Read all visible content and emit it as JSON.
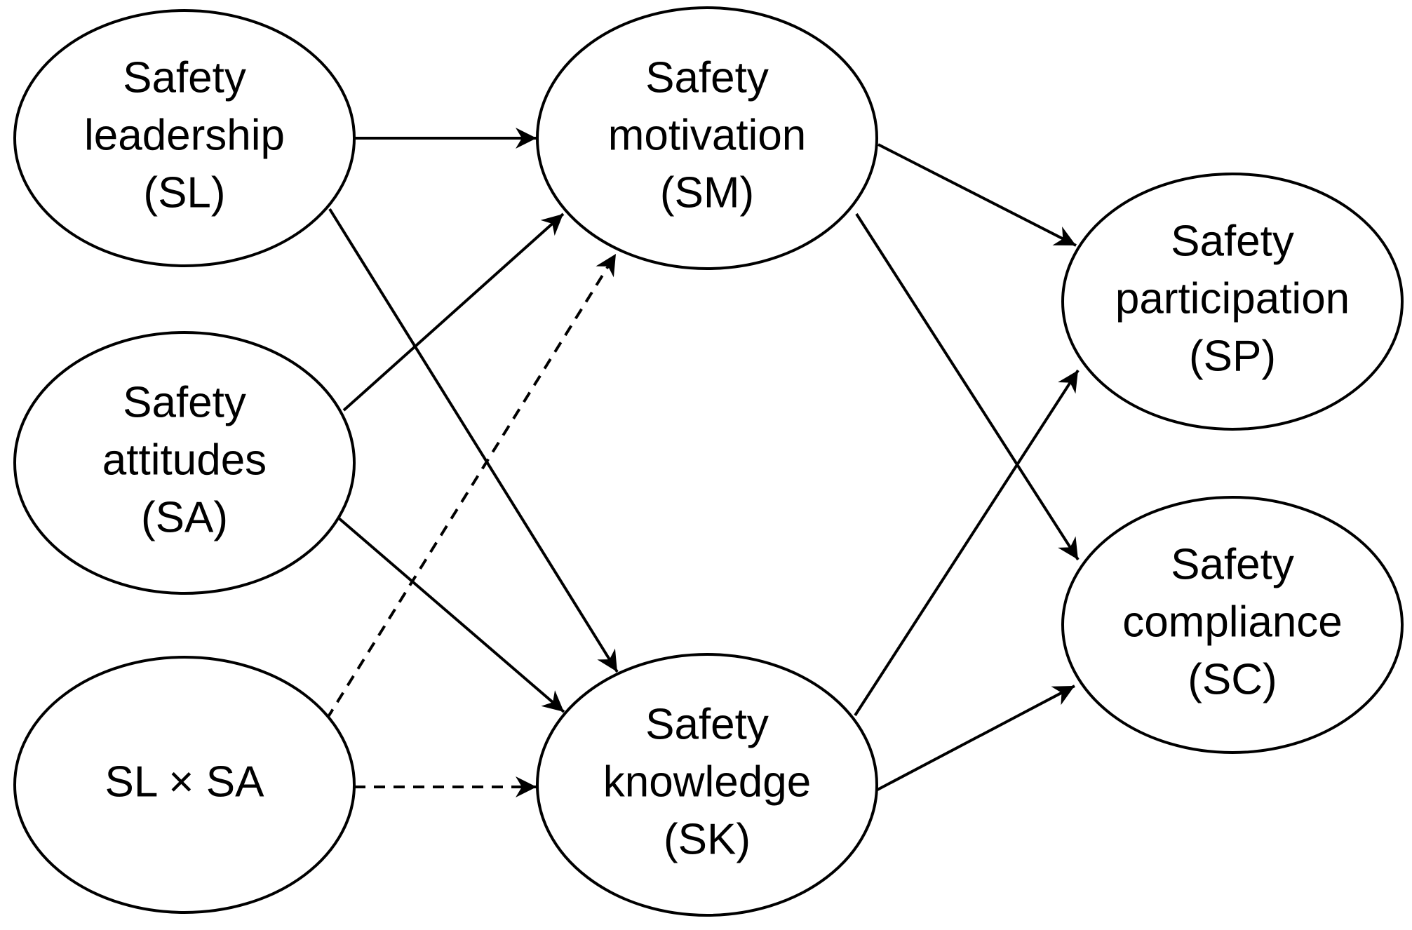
{
  "nodes": {
    "sl": {
      "lines": [
        "Safety",
        "leadership",
        "(SL)"
      ]
    },
    "sa": {
      "lines": [
        "Safety",
        "attitudes",
        "(SA)"
      ]
    },
    "slxsa": {
      "lines": [
        "SL × SA"
      ]
    },
    "sm": {
      "lines": [
        "Safety",
        "motivation",
        "(SM)"
      ]
    },
    "sk": {
      "lines": [
        "Safety",
        "knowledge",
        "(SK)"
      ]
    },
    "sp": {
      "lines": [
        "Safety",
        "participation",
        "(SP)"
      ]
    },
    "sc": {
      "lines": [
        "Safety",
        "compliance",
        "(SC)"
      ]
    }
  },
  "edges": [
    {
      "from": "sl",
      "to": "sm",
      "style": "solid"
    },
    {
      "from": "sl",
      "to": "sk",
      "style": "solid"
    },
    {
      "from": "sa",
      "to": "sm",
      "style": "solid"
    },
    {
      "from": "sa",
      "to": "sk",
      "style": "solid"
    },
    {
      "from": "slxsa",
      "to": "sm",
      "style": "dashed"
    },
    {
      "from": "slxsa",
      "to": "sk",
      "style": "dashed"
    },
    {
      "from": "sm",
      "to": "sp",
      "style": "solid"
    },
    {
      "from": "sm",
      "to": "sc",
      "style": "solid"
    },
    {
      "from": "sk",
      "to": "sp",
      "style": "solid"
    },
    {
      "from": "sk",
      "to": "sc",
      "style": "solid"
    }
  ],
  "colors": {
    "stroke": "#000000",
    "fill": "#ffffff",
    "background": "#ffffff"
  }
}
